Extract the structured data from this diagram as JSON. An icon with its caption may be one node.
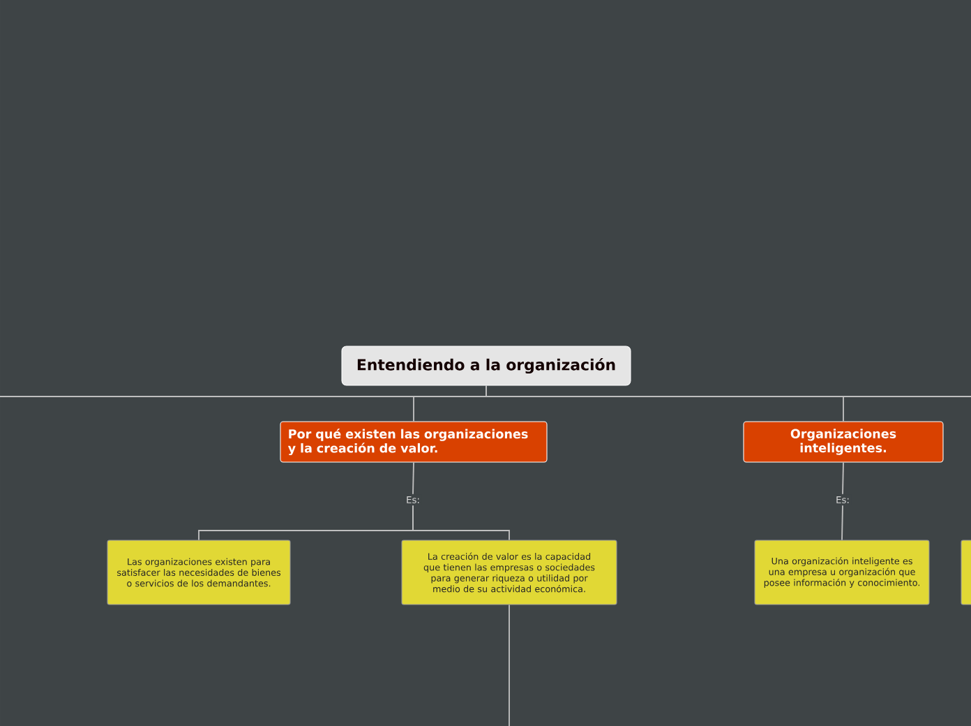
{
  "diagram": {
    "nodes": [
      {
        "text": [
          "Entendiendo a la organización"
        ]
      },
      {
        "text": [
          "Por qué existen las organizaciones y la creación de valor."
        ]
      },
      {
        "text": [
          "Organizaciones inteligentes."
        ]
      },
      {
        "text": [
          "Es:"
        ]
      },
      {
        "text": [
          "Las organizaciones existen para satisfacer las necesidades de bienes o servicios de los demandantes."
        ]
      },
      {
        "text": [
          "La creación de valor es la capacidad que tienen las empresas o sociedades para generar riqueza o utilidad por medio de su actividad económica."
        ]
      },
      {
        "text": [
          "Es:"
        ]
      },
      {
        "text": [
          "Una organización inteligente es una empresa u organización que posee información y conocimiento."
        ]
      },
      {
        "text": [],
        "shape": "box"
      }
    ],
    "edges": [
      {
        "from": 0,
        "to": null,
        "arrow": "none"
      },
      {
        "from": 0,
        "to": 1,
        "arrow": "none"
      },
      {
        "from": 0,
        "to": 2,
        "arrow": "none"
      },
      {
        "from": 0,
        "to": null,
        "arrow": "none"
      },
      {
        "from": 1,
        "to": 3,
        "arrow": "none"
      },
      {
        "from": 3,
        "to": 4,
        "arrow": "none"
      },
      {
        "from": 3,
        "to": 5,
        "arrow": "none"
      },
      {
        "from": 5,
        "to": null,
        "arrow": "none"
      },
      {
        "from": 2,
        "to": 6,
        "arrow": "none"
      },
      {
        "from": 6,
        "to": 7,
        "arrow": "none"
      }
    ]
  }
}
